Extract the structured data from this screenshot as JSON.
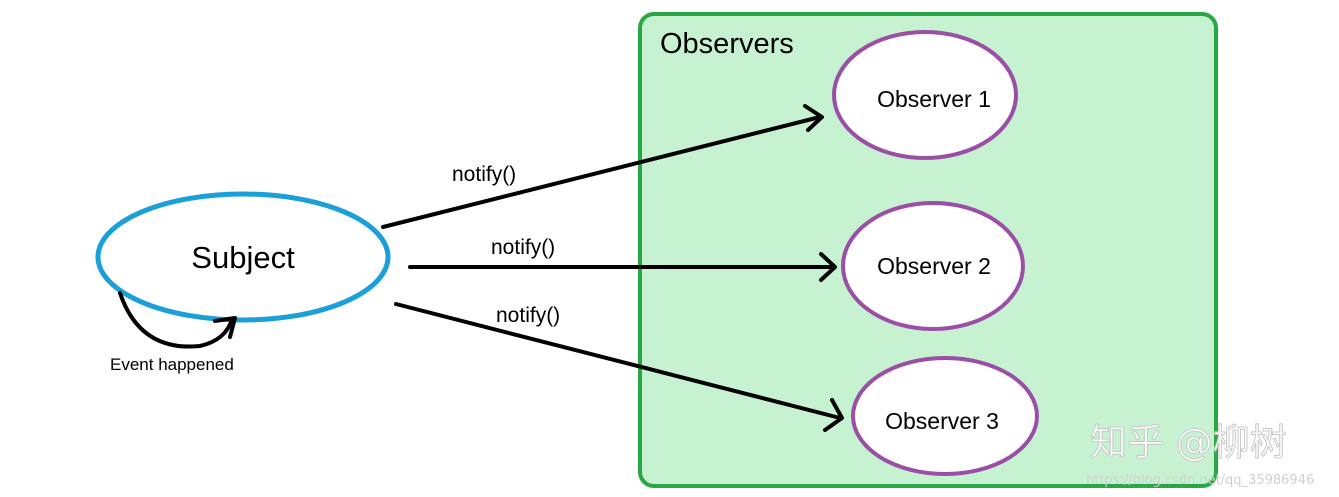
{
  "colors": {
    "background": "#ffffff",
    "observers_fill": "#c6f2d2",
    "observers_border": "#28a745",
    "subject_border": "#1a9fd9",
    "observer_border": "#9a4ea6",
    "arrow": "#000000",
    "watermark_text": "#d9d9d9"
  },
  "subject": {
    "label": "Subject",
    "self_event_label": "Event happened"
  },
  "observers_group": {
    "title": "Observers",
    "items": [
      {
        "label": "Observer 1"
      },
      {
        "label": "Observer 2"
      },
      {
        "label": "Observer 3"
      }
    ]
  },
  "arrows": [
    {
      "label": "notify()",
      "from": "Subject",
      "to": "Observer 1"
    },
    {
      "label": "notify()",
      "from": "Subject",
      "to": "Observer 2"
    },
    {
      "label": "notify()",
      "from": "Subject",
      "to": "Observer 3"
    }
  ],
  "watermark": {
    "brand": "知乎 @柳树",
    "url": "https://blog.csdn.net/qq_35986946"
  }
}
